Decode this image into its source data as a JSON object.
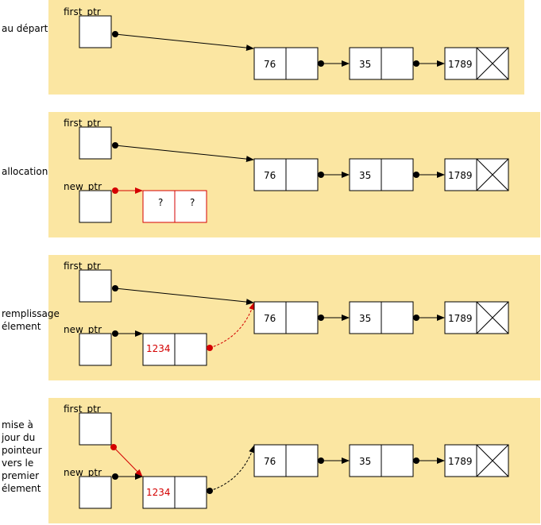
{
  "steps": [
    {
      "side_label": [
        "au départ"
      ],
      "first_ptr": "first_ptr",
      "list_values": [
        "76",
        "35",
        "1789"
      ]
    },
    {
      "side_label": [
        "allocation"
      ],
      "first_ptr": "first_ptr",
      "new_ptr": "new_ptr",
      "new_cell": [
        "?",
        "?"
      ],
      "list_values": [
        "76",
        "35",
        "1789"
      ]
    },
    {
      "side_label": [
        "remplissage",
        "élement"
      ],
      "first_ptr": "first_ptr",
      "new_ptr": "new_ptr",
      "new_value": "1234",
      "list_values": [
        "76",
        "35",
        "1789"
      ]
    },
    {
      "side_label": [
        "mise à",
        "jour du",
        "pointeur",
        "vers le",
        "premier",
        "élement"
      ],
      "first_ptr": "first_ptr",
      "new_ptr": "new_ptr",
      "new_value": "1234",
      "list_values": [
        "76",
        "35",
        "1789"
      ]
    }
  ],
  "colors": {
    "panel": "#fbe6a2",
    "highlight": "#d40000"
  }
}
